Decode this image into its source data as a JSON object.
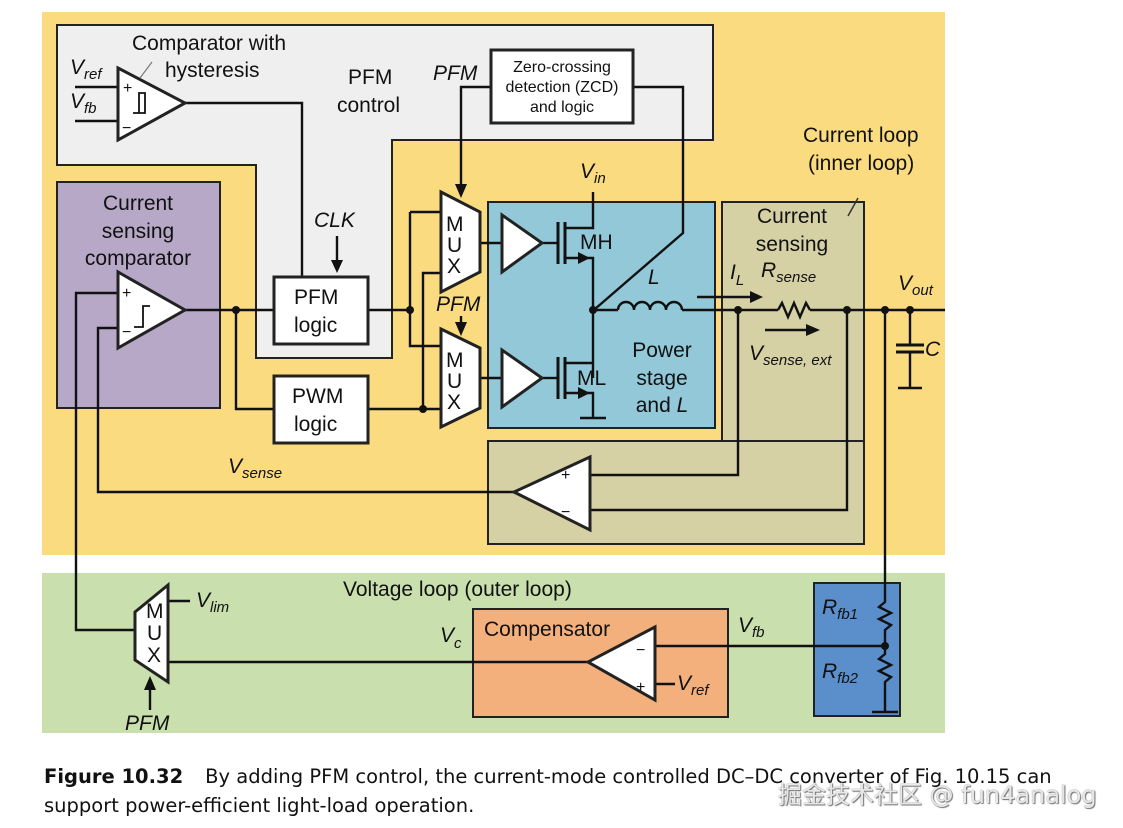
{
  "colors": {
    "current_loop_bg": "#fbdb7f",
    "pfm_control_bg": "#efefef",
    "current_sensing_comparator_bg": "#b8a8c8",
    "power_stage_bg": "#92c8d8",
    "current_sensing_bg": "#d5d1a5",
    "voltage_loop_bg": "#c9dfae",
    "compensator_bg": "#f3b07d",
    "feedback_divider_bg": "#5b8fcc",
    "block_fill": "#ffffff",
    "wire": "#111111"
  },
  "pfm_control": {
    "title_line1": "PFM",
    "title_line2": "control",
    "comparator_label_line1": "Comparator with",
    "comparator_label_line2": "hysteresis",
    "vref": {
      "main": "V",
      "sub": "ref"
    },
    "vfb": {
      "main": "V",
      "sub": "fb"
    },
    "pfm_signal": "PFM",
    "zcd_line1": "Zero-crossing",
    "zcd_line2": "detection (ZCD)",
    "zcd_line3": "and logic"
  },
  "current_loop": {
    "title_line1": "Current loop",
    "title_line2": "(inner loop)"
  },
  "current_sensing_comparator": {
    "line1": "Current",
    "line2": "sensing",
    "line3": "comparator",
    "plus": "+",
    "minus": "−"
  },
  "clk_label": "CLK",
  "pfm_logic": {
    "line1": "PFM",
    "line2": "logic"
  },
  "pwm_logic": {
    "line1": "PWM",
    "line2": "logic"
  },
  "mux_label": [
    "M",
    "U",
    "X"
  ],
  "pfm_select_label": "PFM",
  "power_stage": {
    "vin": {
      "main": "V",
      "sub": "in"
    },
    "mh": "MH",
    "ml": "ML",
    "inductor": "L",
    "title_line1": "Power",
    "title_line2": "stage",
    "title_line3_prefix": "and ",
    "title_line3_italic": "L"
  },
  "current_sensing": {
    "line1": "Current",
    "line2": "sensing",
    "il": {
      "main": "I",
      "sub": "L"
    },
    "rsense": {
      "main": "R",
      "sub": "sense"
    },
    "vsense_ext": {
      "main": "V",
      "sub": "sense, ext"
    }
  },
  "output": {
    "vout": {
      "main": "V",
      "sub": "out"
    },
    "cap": "C"
  },
  "vsense": {
    "main": "V",
    "sub": "sense"
  },
  "voltage_loop": {
    "title": "Voltage loop (outer loop)",
    "vlim": {
      "main": "V",
      "sub": "lim"
    },
    "vc": {
      "main": "V",
      "sub": "c"
    },
    "compensator": "Compensator",
    "vfb": {
      "main": "V",
      "sub": "fb"
    },
    "vref": {
      "main": "V",
      "sub": "ref"
    },
    "rfb1": {
      "main": "R",
      "sub": "fb1"
    },
    "rfb2": {
      "main": "R",
      "sub": "fb2"
    },
    "pfm": "PFM"
  },
  "caption": {
    "figure_label": "Figure 10.32",
    "text": "By adding PFM control, the current-mode controlled DC–DC converter of Fig. 10.15 can support power-efficient light-load operation."
  },
  "watermark": "掘金技术社区 @ fun4analog"
}
